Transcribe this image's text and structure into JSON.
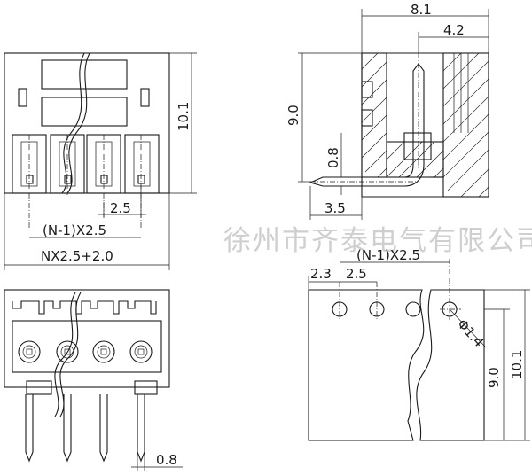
{
  "watermark": "徐州市齐泰电气有限公司",
  "front_view": {
    "dim_height": "10.1",
    "dim_pitch": "2.5",
    "dim_pitch_total": "(N-1)X2.5",
    "dim_total_width": "NX2.5+2.0"
  },
  "side_view": {
    "dim_width": "8.1",
    "dim_pin_offset": "4.2",
    "dim_height": "9.0",
    "dim_pin_thickness": "0.8",
    "dim_pin_length": "3.5"
  },
  "bottom_view": {
    "dim_pin_width": "0.8"
  },
  "pcb_layout": {
    "dim_pitch_total": "(N-1)X2.5",
    "dim_edge": "2.3",
    "dim_pitch": "2.5",
    "dim_hole": "Φ1.4",
    "dim_height_inner": "9.0",
    "dim_height_outer": "10.1"
  }
}
